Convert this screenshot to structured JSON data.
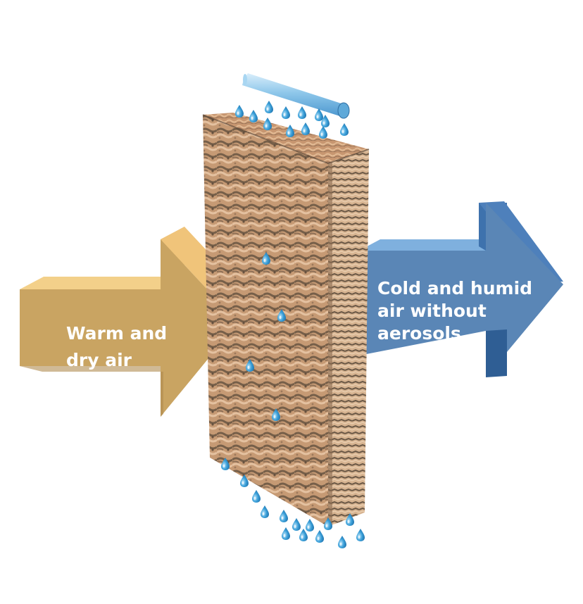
{
  "diagram": {
    "inlet_arrow": {
      "label_lines": [
        "Warm and",
        "dry air"
      ],
      "colors": {
        "front": "#c9a462",
        "top": "#f3d08a",
        "side": "#e2b870",
        "shadow": "#b18c50"
      }
    },
    "outlet_arrow": {
      "label_lines": [
        "Cold and humid",
        "air without",
        "aerosols"
      ],
      "colors": {
        "front": "#5a86b6",
        "top": "#7fb0de",
        "side": "#3e72ad",
        "shadow": "#2f5e94"
      }
    },
    "cooling_pad": {
      "colors": {
        "base": "#c69a74",
        "dark": "#5a4a3a",
        "light": "#e8c6a6",
        "edge": "#b8906c"
      }
    },
    "water_pipe": {
      "colors": {
        "body": "#8ec7ea",
        "highlight": "#d9eefb",
        "end": "#5fa9d9"
      }
    },
    "droplet_color": "#3a9fd8"
  }
}
